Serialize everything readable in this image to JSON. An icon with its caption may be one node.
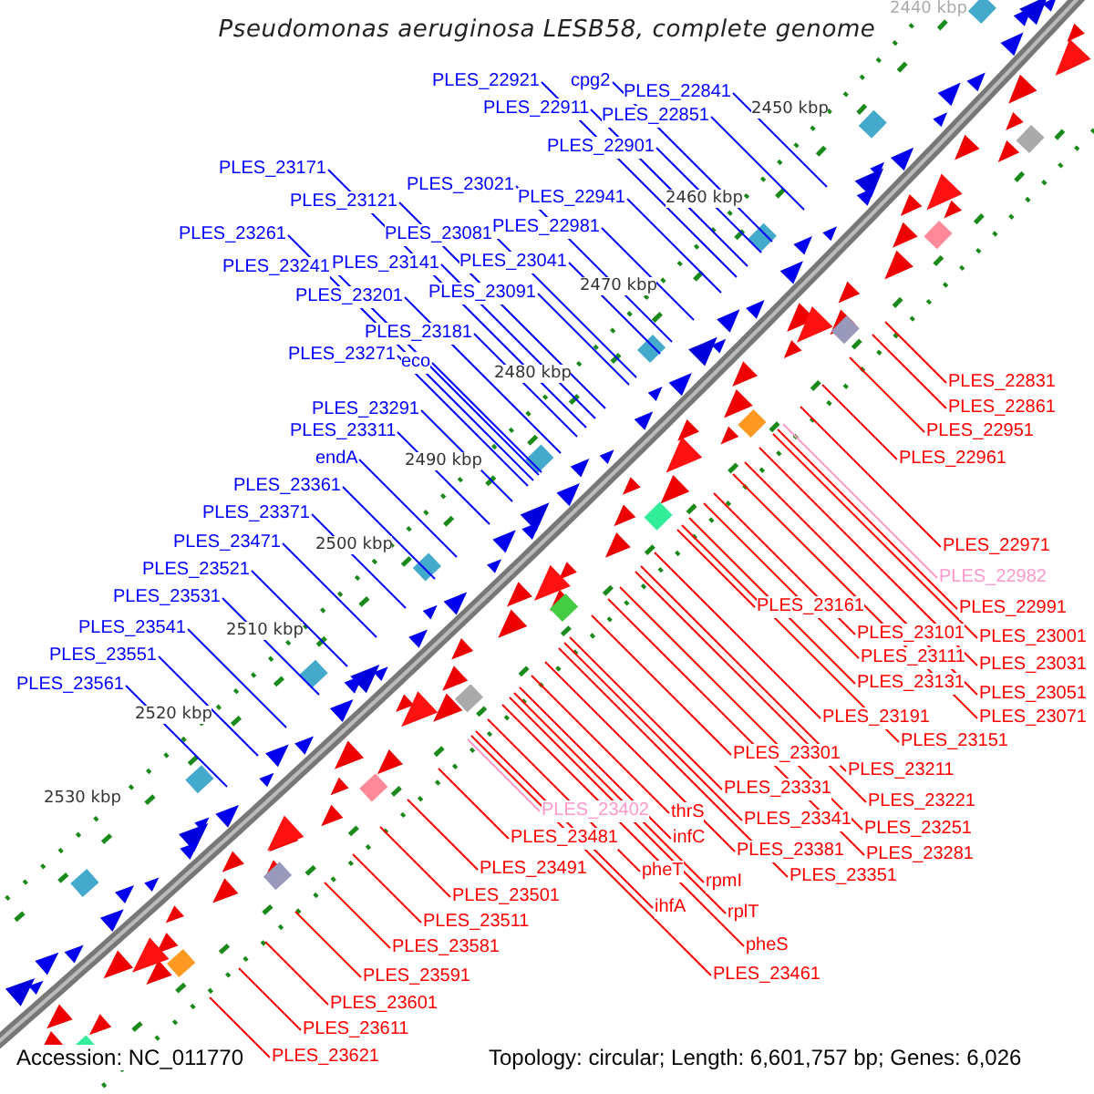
{
  "diagram": {
    "title": "Pseudomonas aeruginosa LESB58, complete genome",
    "nodes": [
      {
        "text": [
          "PLES_22921"
        ]
      },
      {
        "text": [
          "cpg2"
        ]
      },
      {
        "text": [
          "PLES_22841"
        ]
      },
      {
        "text": [
          "PLES_22911"
        ]
      },
      {
        "text": [
          "PLES_22851"
        ]
      },
      {
        "text": [
          "PLES_22901"
        ]
      },
      {
        "text": [
          "PLES_23171"
        ]
      },
      {
        "text": [
          "PLES_23021"
        ]
      },
      {
        "text": [
          "PLES_22941"
        ]
      },
      {
        "text": [
          "PLES_23121"
        ]
      },
      {
        "text": [
          "PLES_22981"
        ]
      },
      {
        "text": [
          "PLES_23261"
        ]
      },
      {
        "text": [
          "PLES_23081"
        ]
      },
      {
        "text": [
          "PLES_23041"
        ]
      },
      {
        "text": [
          "PLES_23141"
        ]
      },
      {
        "text": [
          "PLES_23241"
        ]
      },
      {
        "text": [
          "PLES_23091"
        ]
      },
      {
        "text": [
          "PLES_23201"
        ]
      },
      {
        "text": [
          "PLES_23181"
        ]
      },
      {
        "text": [
          "PLES_23271"
        ]
      },
      {
        "text": [
          "eco"
        ]
      },
      {
        "text": [
          "PLES_23291"
        ]
      },
      {
        "text": [
          "PLES_23311"
        ]
      },
      {
        "text": [
          "endA"
        ]
      },
      {
        "text": [
          "PLES_23361"
        ]
      },
      {
        "text": [
          "PLES_23371"
        ]
      },
      {
        "text": [
          "PLES_23471"
        ]
      },
      {
        "text": [
          "PLES_23521"
        ]
      },
      {
        "text": [
          "PLES_23531"
        ]
      },
      {
        "text": [
          "PLES_23541"
        ]
      },
      {
        "text": [
          "PLES_23551"
        ]
      },
      {
        "text": [
          "PLES_23561"
        ]
      },
      {
        "text": [
          "PLES_22831"
        ]
      },
      {
        "text": [
          "PLES_22861"
        ]
      },
      {
        "text": [
          "PLES_22951"
        ]
      },
      {
        "text": [
          "PLES_22961"
        ]
      },
      {
        "text": [
          "PLES_22971"
        ]
      },
      {
        "text": [
          "PLES_22982"
        ]
      },
      {
        "text": [
          "PLES_22991"
        ]
      },
      {
        "text": [
          "PLES_23161"
        ]
      },
      {
        "text": [
          "PLES_23001"
        ]
      },
      {
        "text": [
          "PLES_23101"
        ]
      },
      {
        "text": [
          "PLES_23111"
        ]
      },
      {
        "text": [
          "PLES_23031"
        ]
      },
      {
        "text": [
          "PLES_23131"
        ]
      },
      {
        "text": [
          "PLES_23051"
        ]
      },
      {
        "text": [
          "PLES_23191"
        ]
      },
      {
        "text": [
          "PLES_23071"
        ]
      },
      {
        "text": [
          "PLES_23151"
        ]
      },
      {
        "text": [
          "PLES_23301"
        ]
      },
      {
        "text": [
          "PLES_23211"
        ]
      },
      {
        "text": [
          "PLES_23331"
        ]
      },
      {
        "text": [
          "PLES_23221"
        ]
      },
      {
        "text": [
          "PLES_23402"
        ]
      },
      {
        "text": [
          "thrS"
        ]
      },
      {
        "text": [
          "PLES_23341"
        ]
      },
      {
        "text": [
          "PLES_23251"
        ]
      },
      {
        "text": [
          "PLES_23481"
        ]
      },
      {
        "text": [
          "infC"
        ]
      },
      {
        "text": [
          "PLES_23381"
        ]
      },
      {
        "text": [
          "PLES_23281"
        ]
      },
      {
        "text": [
          "PLES_23491"
        ]
      },
      {
        "text": [
          "pheT"
        ]
      },
      {
        "text": [
          "PLES_23351"
        ]
      },
      {
        "text": [
          "rpmI"
        ]
      },
      {
        "text": [
          "PLES_23501"
        ]
      },
      {
        "text": [
          "ihfA"
        ]
      },
      {
        "text": [
          "rplT"
        ]
      },
      {
        "text": [
          "PLES_23511"
        ]
      },
      {
        "text": [
          "pheS"
        ]
      },
      {
        "text": [
          "PLES_23581"
        ]
      },
      {
        "text": [
          "PLES_23461"
        ]
      },
      {
        "text": [
          "PLES_23591"
        ]
      },
      {
        "text": [
          "PLES_23601"
        ]
      },
      {
        "text": [
          "PLES_23611"
        ]
      },
      {
        "text": [
          "PLES_23621"
        ]
      }
    ],
    "edges": [
      {
        "from": 0,
        "to": null,
        "arrow": "none",
        "color": "#0000ff"
      },
      {
        "from": 1,
        "to": null,
        "arrow": "none",
        "color": "#0000ff"
      },
      {
        "from": 2,
        "to": null,
        "arrow": "none",
        "color": "#0000ff"
      },
      {
        "from": 3,
        "to": null,
        "arrow": "none",
        "color": "#0000ff"
      },
      {
        "from": 4,
        "to": null,
        "arrow": "none",
        "color": "#0000ff"
      },
      {
        "from": 5,
        "to": null,
        "arrow": "none",
        "color": "#0000ff"
      },
      {
        "from": 6,
        "to": null,
        "arrow": "none",
        "color": "#0000ff"
      },
      {
        "from": 7,
        "to": null,
        "arrow": "none",
        "color": "#0000ff"
      },
      {
        "from": 8,
        "to": null,
        "arrow": "none",
        "color": "#0000ff"
      },
      {
        "from": 9,
        "to": null,
        "arrow": "none",
        "color": "#0000ff"
      },
      {
        "from": 10,
        "to": null,
        "arrow": "none",
        "color": "#0000ff"
      },
      {
        "from": 11,
        "to": null,
        "arrow": "none",
        "color": "#0000ff"
      },
      {
        "from": 12,
        "to": null,
        "arrow": "none",
        "color": "#0000ff"
      },
      {
        "from": 13,
        "to": null,
        "arrow": "none",
        "color": "#0000ff"
      },
      {
        "from": 14,
        "to": null,
        "arrow": "none",
        "color": "#0000ff"
      },
      {
        "from": 15,
        "to": null,
        "arrow": "none",
        "color": "#0000ff"
      },
      {
        "from": 16,
        "to": null,
        "arrow": "none",
        "color": "#0000ff"
      },
      {
        "from": 17,
        "to": null,
        "arrow": "none",
        "color": "#0000ff"
      },
      {
        "from": 18,
        "to": null,
        "arrow": "none",
        "color": "#0000ff"
      },
      {
        "from": 19,
        "to": null,
        "arrow": "none",
        "color": "#0000ff"
      },
      {
        "from": 20,
        "to": null,
        "arrow": "none",
        "color": "#0000ff"
      },
      {
        "from": 21,
        "to": null,
        "arrow": "none",
        "color": "#0000ff"
      },
      {
        "from": 22,
        "to": null,
        "arrow": "none",
        "color": "#0000ff"
      },
      {
        "from": 23,
        "to": null,
        "arrow": "none",
        "color": "#0000ff"
      },
      {
        "from": 24,
        "to": null,
        "arrow": "none",
        "color": "#0000ff"
      },
      {
        "from": 25,
        "to": null,
        "arrow": "none",
        "color": "#0000ff"
      },
      {
        "from": 26,
        "to": null,
        "arrow": "none",
        "color": "#0000ff"
      },
      {
        "from": 27,
        "to": null,
        "arrow": "none",
        "color": "#0000ff"
      },
      {
        "from": 28,
        "to": null,
        "arrow": "none",
        "color": "#0000ff"
      },
      {
        "from": 29,
        "to": null,
        "arrow": "none",
        "color": "#0000ff"
      },
      {
        "from": 30,
        "to": null,
        "arrow": "none",
        "color": "#0000ff"
      },
      {
        "from": 31,
        "to": null,
        "arrow": "none",
        "color": "#0000ff"
      },
      {
        "from": 32,
        "to": null,
        "arrow": "none"
      },
      {
        "from": 33,
        "to": null,
        "arrow": "none"
      },
      {
        "from": 34,
        "to": null,
        "arrow": "none"
      },
      {
        "from": 35,
        "to": null,
        "arrow": "none"
      },
      {
        "from": 36,
        "to": null,
        "arrow": "none"
      },
      {
        "from": 37,
        "to": null,
        "arrow": "none",
        "color": "#ff99cc"
      },
      {
        "from": 38,
        "to": null,
        "arrow": "none"
      },
      {
        "from": 39,
        "to": null,
        "arrow": "none"
      },
      {
        "from": 40,
        "to": null,
        "arrow": "none"
      },
      {
        "from": 41,
        "to": null,
        "arrow": "none"
      },
      {
        "from": 42,
        "to": null,
        "arrow": "none"
      },
      {
        "from": 43,
        "to": null,
        "arrow": "none"
      },
      {
        "from": 44,
        "to": null,
        "arrow": "none"
      },
      {
        "from": 45,
        "to": null,
        "arrow": "none"
      },
      {
        "from": 46,
        "to": null,
        "arrow": "none"
      },
      {
        "from": 47,
        "to": null,
        "arrow": "none"
      },
      {
        "from": 48,
        "to": null,
        "arrow": "none"
      },
      {
        "from": 49,
        "to": null,
        "arrow": "none"
      },
      {
        "from": 50,
        "to": null,
        "arrow": "none"
      },
      {
        "from": 51,
        "to": null,
        "arrow": "none"
      },
      {
        "from": 52,
        "to": null,
        "arrow": "none"
      },
      {
        "from": 53,
        "to": null,
        "arrow": "none",
        "color": "#ff99cc"
      },
      {
        "from": 54,
        "to": null,
        "arrow": "none"
      },
      {
        "from": 55,
        "to": null,
        "arrow": "none"
      },
      {
        "from": 56,
        "to": null,
        "arrow": "none"
      },
      {
        "from": 57,
        "to": null,
        "arrow": "none"
      },
      {
        "from": 58,
        "to": null,
        "arrow": "none"
      },
      {
        "from": 59,
        "to": null,
        "arrow": "none"
      },
      {
        "from": 60,
        "to": null,
        "arrow": "none"
      },
      {
        "from": 61,
        "to": null,
        "arrow": "none"
      },
      {
        "from": 62,
        "to": null,
        "arrow": "none"
      },
      {
        "from": 63,
        "to": null,
        "arrow": "none"
      },
      {
        "from": 64,
        "to": null,
        "arrow": "none"
      },
      {
        "from": 65,
        "to": null,
        "arrow": "none"
      },
      {
        "from": 66,
        "to": null,
        "arrow": "none"
      },
      {
        "from": 67,
        "to": null,
        "arrow": "none"
      },
      {
        "from": 68,
        "to": null,
        "arrow": "none"
      },
      {
        "from": 69,
        "to": null,
        "arrow": "none"
      },
      {
        "from": 70,
        "to": null,
        "arrow": "none"
      },
      {
        "from": 71,
        "to": null,
        "arrow": "none"
      },
      {
        "from": 72,
        "to": null,
        "arrow": "none"
      },
      {
        "from": 73,
        "to": null,
        "arrow": "none"
      },
      {
        "from": 74,
        "to": null,
        "arrow": "none"
      },
      {
        "from": 75,
        "to": null,
        "arrow": "none"
      }
    ],
    "labels": [
      "2440 kbp",
      "2450 kbp",
      "2460 kbp",
      "2470 kbp",
      "2480 kbp",
      "2490 kbp",
      "2500 kbp",
      "2510 kbp",
      "2520 kbp",
      "2530 kbp",
      "Accession: NC_011770",
      "Topology: circular; Length: 6,601,757 bp; Genes: 6,026"
    ]
  }
}
